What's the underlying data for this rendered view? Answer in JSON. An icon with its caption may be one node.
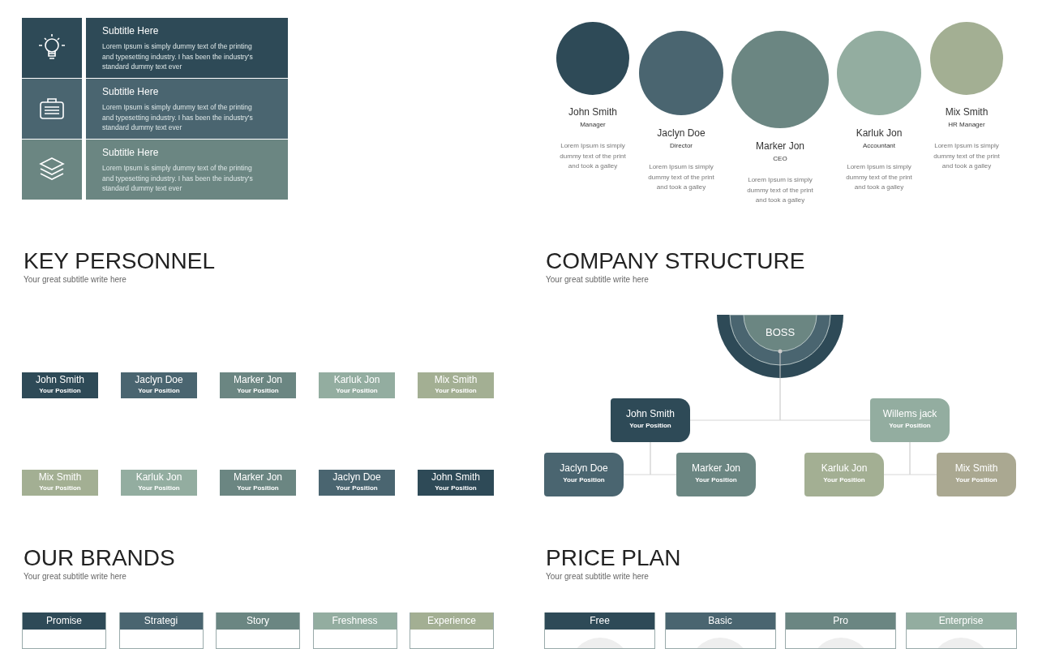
{
  "diagram": {
    "nodes": [
      {
        "text": [
          "Subtitle Here",
          "Lorem Ipsum is simply dummy text of the printing and typesetting industry. I has been the industry's standard dummy text ever"
        ]
      },
      {
        "text": [
          "Subtitle Here",
          "Lorem Ipsum is simply dummy text of the printing and typesetting industry. I has been the industry's standard dummy text ever"
        ]
      },
      {
        "text": [
          "Subtitle Here",
          "Lorem Ipsum is simply dummy text of the printing and typesetting industry. I has been the industry's standard dummy text ever"
        ]
      },
      {
        "text": [
          "John Smith",
          "Manager"
        ]
      },
      {
        "text": [
          "Jaclyn Doe",
          "Director"
        ]
      },
      {
        "text": [
          "Marker Jon",
          "CEO"
        ]
      },
      {
        "text": [
          "Karluk Jon",
          "Accountant"
        ]
      },
      {
        "text": [
          "Mix Smith",
          "HR Manager"
        ]
      },
      {
        "text": [
          "John Smith",
          "Your Position"
        ]
      },
      {
        "text": [
          "Jaclyn Doe",
          "Your Position"
        ]
      },
      {
        "text": [
          "Marker Jon",
          "Your Position"
        ]
      },
      {
        "text": [
          "Karluk Jon",
          "Your Position"
        ]
      },
      {
        "text": [
          "Mix Smith",
          "Your Position"
        ]
      },
      {
        "text": [
          "Mix Smith",
          "Your Position"
        ]
      },
      {
        "text": [
          "Karluk Jon",
          "Your Position"
        ]
      },
      {
        "text": [
          "Marker Jon",
          "Your Position"
        ]
      },
      {
        "text": [
          "Jaclyn Doe",
          "Your Position"
        ]
      },
      {
        "text": [
          "John Smith",
          "Your Position"
        ]
      },
      {
        "text": [
          "BOSS"
        ]
      },
      {
        "text": [
          "John Smith",
          "Your Position"
        ]
      },
      {
        "text": [
          "Willems jack",
          "Your Position"
        ]
      },
      {
        "text": [
          "Jaclyn Doe",
          "Your Position"
        ]
      },
      {
        "text": [
          "Marker Jon",
          "Your Position"
        ]
      },
      {
        "text": [
          "Karluk Jon",
          "Your Position"
        ]
      },
      {
        "text": [
          "Mix Smith",
          "Your Position"
        ]
      },
      {
        "text": [
          "Promise"
        ]
      },
      {
        "text": [
          "Strategi"
        ]
      },
      {
        "text": [
          "Story"
        ]
      },
      {
        "text": [
          "Freshness"
        ]
      },
      {
        "text": [
          "Experience"
        ]
      },
      {
        "text": [
          "Free"
        ]
      },
      {
        "text": [
          "Basic"
        ]
      },
      {
        "text": [
          "Pro"
        ]
      },
      {
        "text": [
          "Enterprise"
        ]
      }
    ],
    "edges": [
      {
        "from": 18,
        "to": 19,
        "arrow": "none"
      },
      {
        "from": 18,
        "to": 20,
        "arrow": "none"
      },
      {
        "from": 19,
        "to": 21,
        "arrow": "none"
      },
      {
        "from": 19,
        "to": 22,
        "arrow": "none"
      },
      {
        "from": 20,
        "to": 23,
        "arrow": "none"
      },
      {
        "from": 20,
        "to": 24,
        "arrow": "none"
      }
    ],
    "labels": [
      "Lorem Ipsum is simply dummy text of the print and took a galley",
      "Lorem Ipsum is simply dummy text of the print and took a galley",
      "Lorem Ipsum is simply dummy text of the print and took a galley",
      "Lorem Ipsum is simply dummy text of the print and took a galley",
      "Lorem Ipsum is simply dummy text of the print and took a galley",
      "KEY PERSONNEL",
      "Your great subtitle write here",
      "COMPANY STRUCTURE",
      "Your great subtitle write here",
      "OUR BRANDS",
      "Your great subtitle write here",
      "PRICE PLAN",
      "Your great subtitle write here"
    ]
  }
}
